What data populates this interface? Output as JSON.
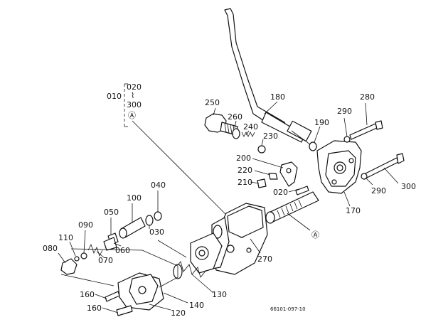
{
  "figure": {
    "ref_code": "66101-097-10",
    "ref_a": "Ⓐ",
    "group_label": "010",
    "group_range": [
      "020",
      "300"
    ],
    "group_tilde": "⌇"
  },
  "parts": {
    "p020": "020",
    "p030": "030",
    "p040": "040",
    "p050": "050",
    "p060": "060",
    "p070": "070",
    "p080": "080",
    "p090": "090",
    "p100": "100",
    "p110": "110",
    "p120": "120",
    "p130": "130",
    "p140": "140",
    "p160a": "160",
    "p160b": "160",
    "p170": "170",
    "p180": "180",
    "p190": "190",
    "p200": "200",
    "p210": "210",
    "p220": "220",
    "p230": "230",
    "p240": "240",
    "p250": "250",
    "p260": "260",
    "p270": "270",
    "p280": "280",
    "p290a": "290",
    "p290b": "290",
    "p300": "300"
  }
}
